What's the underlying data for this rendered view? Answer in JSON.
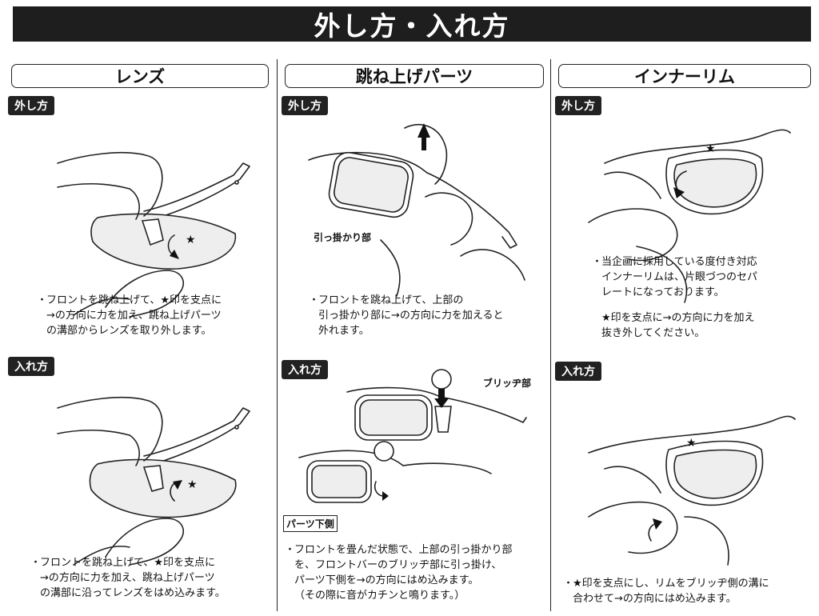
{
  "title": "外し方・入れ方",
  "columns": [
    {
      "heading": "レンズ",
      "remove": {
        "tag": "外し方",
        "lines": [
          "フロントを跳ね上げて、★印を支点に",
          "→の方向に力を加え、跳ね上げパーツ",
          "の溝部からレンズを取り外します。"
        ]
      },
      "insert": {
        "tag": "入れ方",
        "lines": [
          "フロントを跳ね上げて、★印を支点に",
          "→の方向に力を加え、跳ね上げパーツ",
          "の溝部に沿ってレンズをはめ込みます。"
        ]
      }
    },
    {
      "heading": "跳ね上げパーツ",
      "remove": {
        "tag": "外し方",
        "callout": "引っ掛かり部",
        "lines": [
          "フロントを跳ね上げて、上部の",
          "引っ掛かり部に→の方向に力を加えると",
          "外れます。"
        ]
      },
      "insert": {
        "tag": "入れ方",
        "callout_bridge": "ブリッヂ部",
        "callout_lower": "パーツ下側",
        "lines": [
          "フロントを畳んだ状態で、上部の引っ掛かり部",
          "を、フロントバーのブリッヂ部に引っ掛け、",
          "パーツ下側を→の方向にはめ込みます。",
          "（その際に音がカチンと鳴ります。）"
        ]
      }
    },
    {
      "heading": "インナーリム",
      "remove": {
        "tag": "外し方",
        "lines": [
          "当企画に採用している度付き対応",
          "インナーリムは、片眼づつのセパ",
          "レートになっております。"
        ],
        "lines2": [
          "★印を支点に→の方向に力を加え",
          "抜き外してください。"
        ]
      },
      "insert": {
        "tag": "入れ方",
        "lines": [
          "★印を支点にし、リムをブリッヂ側の溝に",
          "合わせて→の方向にはめ込みます。"
        ]
      }
    }
  ],
  "bullet": "・",
  "star": "★"
}
